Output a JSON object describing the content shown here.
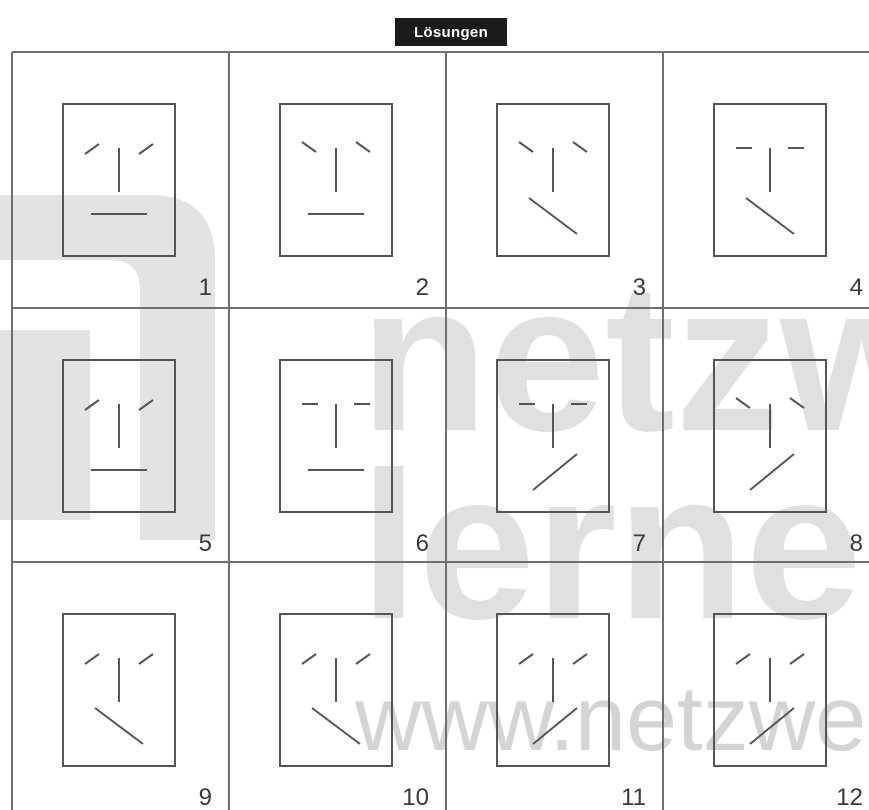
{
  "header": {
    "title": "Lösungen"
  },
  "watermark": {
    "line1": "netzw",
    "line2": "lerne",
    "url": "www.netzwe"
  },
  "colors": {
    "grid": "#6f6f6f",
    "face": "#555555",
    "number": "#3a3a3a",
    "watermark": "#d9d9d9"
  },
  "cells": [
    {
      "number": "1",
      "brows": "up",
      "mouth": "straight"
    },
    {
      "number": "2",
      "brows": "down",
      "mouth": "straight"
    },
    {
      "number": "3",
      "brows": "down",
      "mouth": "diag-down"
    },
    {
      "number": "4",
      "brows": "flat",
      "mouth": "diag-down"
    },
    {
      "number": "5",
      "brows": "up",
      "mouth": "straight"
    },
    {
      "number": "6",
      "brows": "flat",
      "mouth": "straight"
    },
    {
      "number": "7",
      "brows": "flat",
      "mouth": "diag-up"
    },
    {
      "number": "8",
      "brows": "down",
      "mouth": "diag-up"
    },
    {
      "number": "9",
      "brows": "up",
      "mouth": "diag-down"
    },
    {
      "number": "10",
      "brows": "up",
      "mouth": "diag-down"
    },
    {
      "number": "11",
      "brows": "up",
      "mouth": "diag-up"
    },
    {
      "number": "12",
      "brows": "up",
      "mouth": "diag-up"
    }
  ]
}
